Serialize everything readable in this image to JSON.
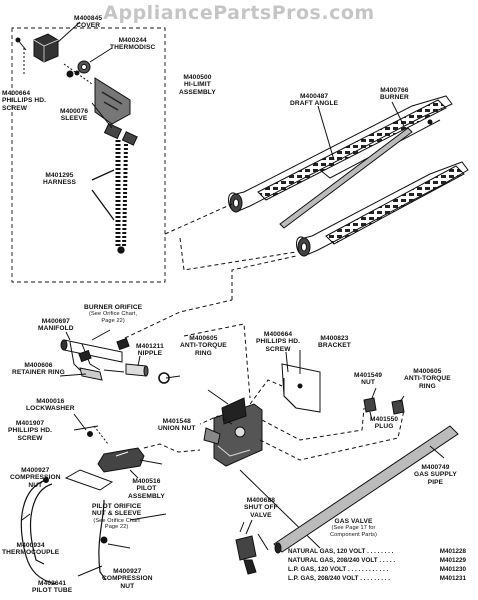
{
  "watermark": "AppliancePartsPros.com",
  "parts": {
    "cover": {
      "num": "M400845",
      "name": "COVER"
    },
    "thermodisc": {
      "num": "M400244",
      "name": "THERMODISC"
    },
    "phillips_screw_top": {
      "num": "M400664",
      "name1": "PHILLIPS HD.",
      "name2": "SCREW"
    },
    "sleeve": {
      "num": "M400076",
      "name": "SLEEVE"
    },
    "hi_limit": {
      "num": "M400500",
      "name1": "HI-LIMIT",
      "name2": "ASSEMBLY"
    },
    "harness": {
      "num": "M401295",
      "name": "HARNESS"
    },
    "draft_angle": {
      "num": "M400487",
      "name": "DRAFT ANGLE"
    },
    "burner": {
      "num": "M400766",
      "name": "BURNER"
    },
    "burner_orifice": {
      "name": "BURNER ORIFICE",
      "note1": "(See Orifice Chart,",
      "note2": "Page 22)"
    },
    "manifold": {
      "num": "M400697",
      "name": "MANIFOLD"
    },
    "retainer_ring": {
      "num": "M400606",
      "name": "RETAINER RING"
    },
    "nipple": {
      "num": "M401211",
      "name": "NIPPLE"
    },
    "anti_torque_left": {
      "num": "M400605",
      "name1": "ANTI-TORQUE",
      "name2": "RING"
    },
    "phillips_screw_mid": {
      "num": "M400664",
      "name1": "PHILLIPS HD.",
      "name2": "SCREW"
    },
    "bracket": {
      "num": "M400823",
      "name": "BRACKET"
    },
    "nut_right": {
      "num": "M401549",
      "name": "NUT"
    },
    "anti_torque_right": {
      "num": "M400605",
      "name1": "ANTI-TORQUE",
      "name2": "RING"
    },
    "lockwasher": {
      "num": "M400016",
      "name": "LOCKWASHER"
    },
    "phillips_screw_low": {
      "num": "M401907",
      "name1": "PHILLIPS HD.",
      "name2": "SCREW"
    },
    "union_nut": {
      "num": "M401548",
      "name": "UNION NUT"
    },
    "plug": {
      "num": "M401550",
      "name": "PLUG"
    },
    "compression_nut_top": {
      "num": "M400927",
      "name1": "COMPRESSION",
      "name2": "NUT"
    },
    "pilot_assembly": {
      "num": "M400516",
      "name1": "PILOT",
      "name2": "ASSEMBLY"
    },
    "gas_supply_pipe": {
      "num": "M400749",
      "name1": "GAS SUPPLY",
      "name2": "PIPE"
    },
    "pilot_orifice": {
      "name1": "PILOT ORIFICE",
      "name2": "NUT & SLEEVE",
      "note1": "(See Orifice Chart",
      "note2": "Page 22)"
    },
    "shut_off_valve": {
      "num": "M400688",
      "name1": "SHUT OFF",
      "name2": "VALVE"
    },
    "thermocouple": {
      "num": "M400934",
      "name": "THERMOCOUPLE"
    },
    "compression_nut_bottom": {
      "num": "M400927",
      "name1": "COMPRESSION",
      "name2": "NUT"
    },
    "pilot_tube": {
      "num": "M402641",
      "name": "PILOT TUBE"
    }
  },
  "gas_valve": {
    "title": "GAS VALVE",
    "note1": "(See Page 17 for",
    "note2": "Component Parts)",
    "rows": [
      {
        "desc": "NATURAL GAS, 120 VOLT . . . . . . . .",
        "part": "M401228"
      },
      {
        "desc": "NATURAL GAS, 208/240 VOLT . . . . .",
        "part": "M401229"
      },
      {
        "desc": "L.P. GAS, 120 VOLT . . . . . . . . . . . .",
        "part": "M401230"
      },
      {
        "desc": "L.P. GAS, 208/240 VOLT . . . . . . . . .",
        "part": "M401231"
      }
    ]
  }
}
